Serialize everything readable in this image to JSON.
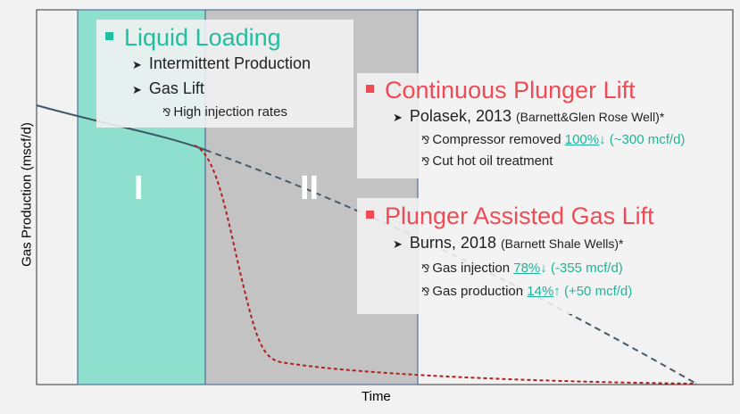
{
  "colors": {
    "region_i": "#8fdfcf",
    "region_ii": "#c3c3c3",
    "liquid_loading": "#1fbf9f",
    "plunger": "#f04a55",
    "accent_teal": "#20b498",
    "dashed_dark": "#475a66",
    "dashed_red": "#b02020"
  },
  "axes": {
    "ylabel": "Gas Production (mscf/d)",
    "xlabel": "Time"
  },
  "regions": {
    "i_label": "I",
    "ii_label": "II"
  },
  "liquid_loading": {
    "title": "Liquid Loading",
    "item1": "Intermittent Production",
    "item2": "Gas Lift",
    "item2_sub": "High injection rates"
  },
  "continuous": {
    "title": "Continuous Plunger Lift",
    "ref_author": "Polasek, 2013",
    "ref_desc": "(Barnett&Glen Rose Well)*",
    "sub1_text": "Compressor removed ",
    "sub1_pct": "100%",
    "sub1_tail": "↓ (~300 mcf/d)",
    "sub2_text": "Cut hot oil treatment"
  },
  "assisted": {
    "title": "Plunger Assisted Gas Lift",
    "ref_author": "Burns, 2018",
    "ref_desc": "(Barnett Shale Wells)*",
    "sub1_text": "Gas injection ",
    "sub1_pct": "78%",
    "sub1_tail": "↓ (-355 mcf/d)",
    "sub2_text": "Gas production ",
    "sub2_pct": "14%",
    "sub2_tail": "↑ (+50 mcf/d)"
  },
  "icons": {
    "bullet": "square-bullet-icon",
    "arrow": "arrow-bullet-icon",
    "branch": "branch-bullet-icon"
  }
}
